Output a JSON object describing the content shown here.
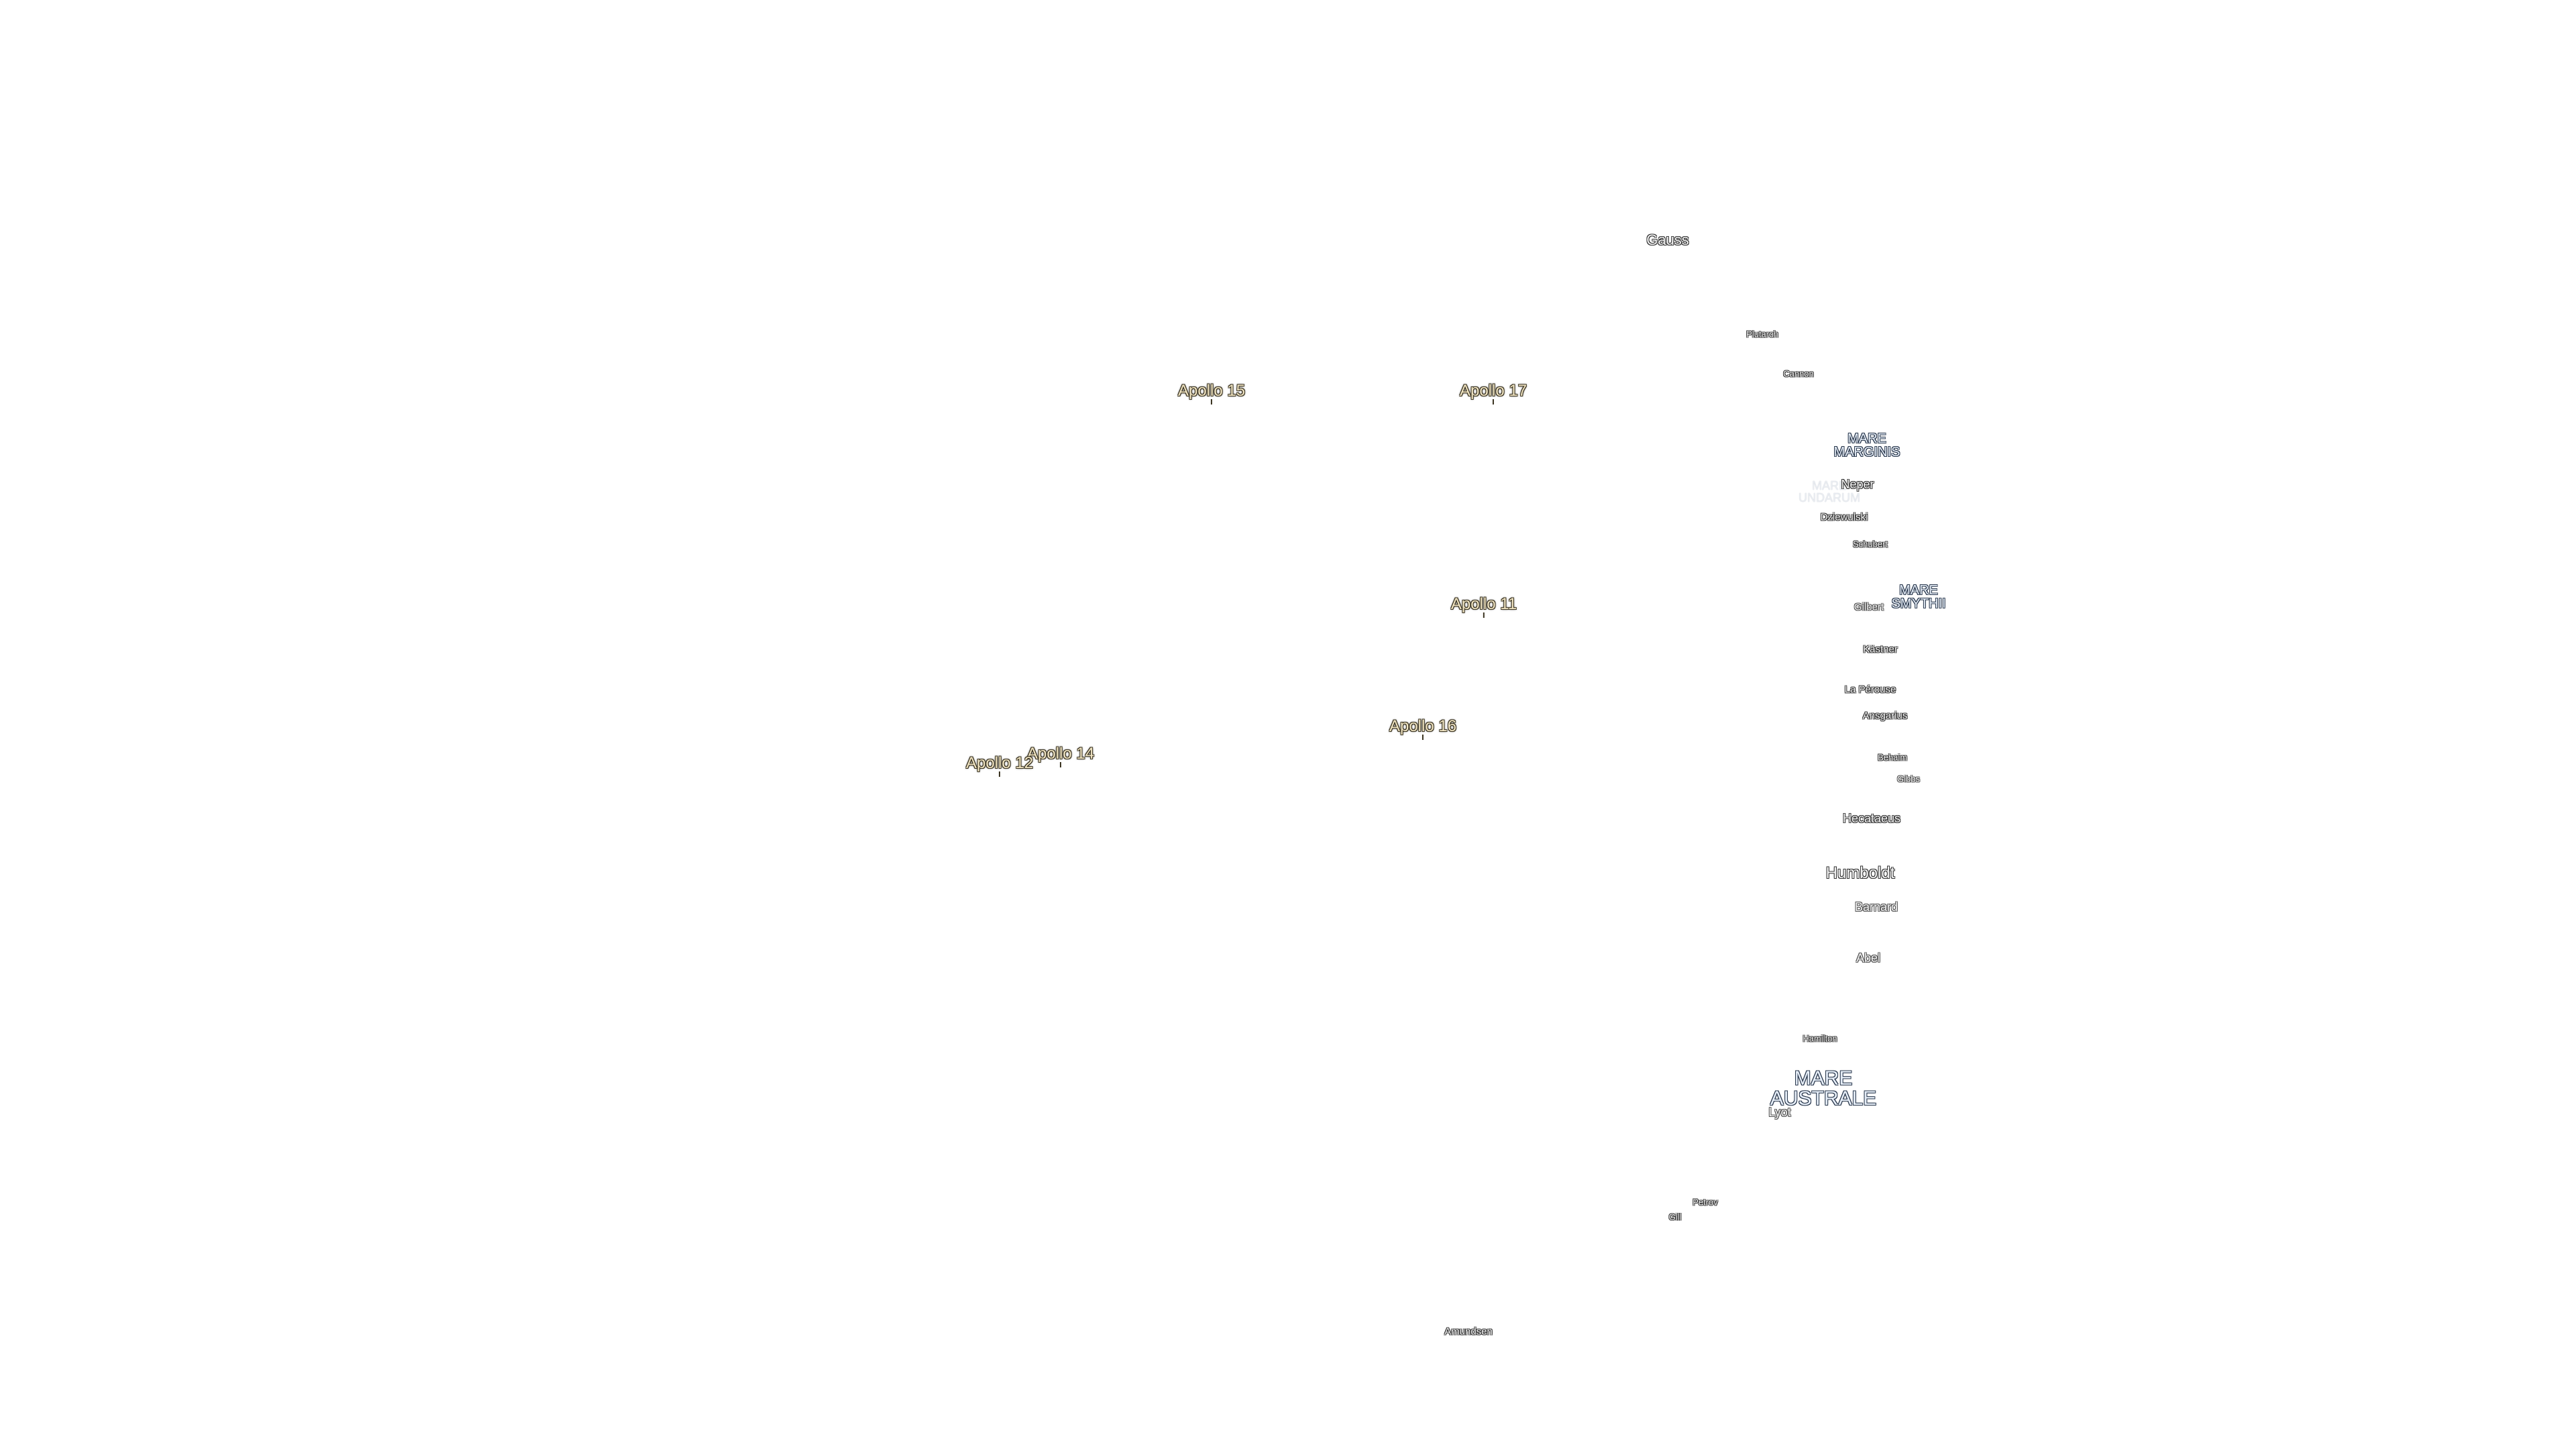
{
  "apollo_sites": [
    {
      "id": "apollo-15",
      "label": "Apollo 15"
    },
    {
      "id": "apollo-17",
      "label": "Apollo 17"
    },
    {
      "id": "apollo-11",
      "label": "Apollo 11"
    },
    {
      "id": "apollo-16",
      "label": "Apollo 16"
    },
    {
      "id": "apollo-14",
      "label": "Apollo 14"
    },
    {
      "id": "apollo-12",
      "label": "Apollo 12"
    }
  ],
  "maria": [
    {
      "id": "mare-marginis",
      "lines": [
        "MARE",
        "MARGINIS"
      ]
    },
    {
      "id": "mare-smythii",
      "lines": [
        "MARE",
        "SMYTHII"
      ]
    },
    {
      "id": "mare-undarum",
      "lines": [
        "MARE",
        "UNDARUM"
      ]
    },
    {
      "id": "mare-australe",
      "lines": [
        "MARE",
        "AUSTRALE"
      ]
    }
  ],
  "craters": [
    {
      "id": "gauss",
      "label": "Gauss"
    },
    {
      "id": "plutarch",
      "label": "Plutarch"
    },
    {
      "id": "cannon",
      "label": "Cannon"
    },
    {
      "id": "neper",
      "label": "Neper"
    },
    {
      "id": "dziewulski",
      "label": "Dziewulski"
    },
    {
      "id": "schubert",
      "label": "Schubert"
    },
    {
      "id": "gilbert",
      "label": "Gilbert"
    },
    {
      "id": "kastner",
      "label": "Kästner"
    },
    {
      "id": "la-perouse",
      "label": "La Pérouse"
    },
    {
      "id": "ansgarius",
      "label": "Ansgarius"
    },
    {
      "id": "behaim",
      "label": "Behaim"
    },
    {
      "id": "gibbs",
      "label": "Gibbs"
    },
    {
      "id": "hecataeus",
      "label": "Hecataeus"
    },
    {
      "id": "humboldt",
      "label": "Humboldt"
    },
    {
      "id": "barnard",
      "label": "Barnard"
    },
    {
      "id": "abel",
      "label": "Abel"
    },
    {
      "id": "hamilton",
      "label": "Hamilton"
    },
    {
      "id": "lyot",
      "label": "Lyot"
    },
    {
      "id": "petrov",
      "label": "Petrov"
    },
    {
      "id": "gill",
      "label": "Gill"
    },
    {
      "id": "amundsen",
      "label": "Amundsen"
    }
  ]
}
